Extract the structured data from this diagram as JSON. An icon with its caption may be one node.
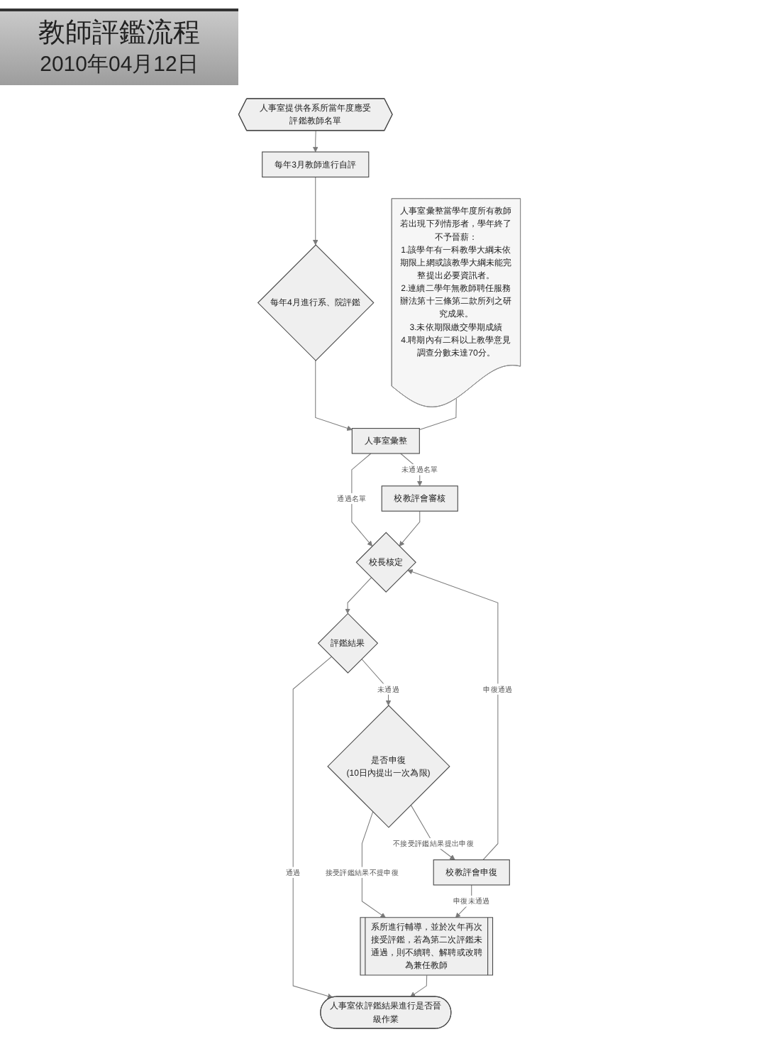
{
  "diagram": {
    "title": "教師評鑑流程",
    "nodes": [
      {
        "text": [
          "人事室提供各系所當年度應受評鑑教師名單"
        ]
      },
      {
        "text": [
          "每年3月教師進行自評"
        ]
      },
      {
        "text": [
          "每年4月進行系、院評鑑"
        ]
      },
      {
        "text": [
          "人事室彙整當學年度所有教師若出現下列情形者，學年終了不予晉薪：",
          "1.該學年有一科教學大綱未依期限上網或該教學大綱未能完整提出必要資訊者。",
          "2.連續二學年無教師聘任服務辦法第十三條第二款所列之研究成果。",
          "3.未依期限繳交學期成績",
          "4.聘期內有二科以上教學意見調查分數未達70分。"
        ]
      },
      {
        "text": [
          "人事室彙整"
        ]
      },
      {
        "text": [
          "校長核定"
        ]
      },
      {
        "text": [
          "校教評會審核"
        ]
      },
      {
        "text": [
          "校教評會申復"
        ]
      },
      {
        "text": [
          "評鑑結果"
        ]
      },
      {
        "text": [
          "是否申復",
          "(10日內提出一次為限)"
        ]
      },
      {
        "text": [
          "系所進行輔導，並於次年再次接受評鑑，若為第二次評鑑未通過，則不續聘、解聘或改聘為兼任教師"
        ]
      },
      {
        "text": [
          "人事室依評鑑結果進行是否晉級作業"
        ]
      }
    ],
    "edges": [
      {
        "from": 0,
        "to": 1,
        "arrow": "to"
      },
      {
        "from": 1,
        "to": 2,
        "arrow": "to"
      },
      {
        "from": 2,
        "to": 4,
        "arrow": "to"
      },
      {
        "from": 3,
        "to": 4,
        "arrow": "none"
      },
      {
        "from": 4,
        "to": 5,
        "arrow": "to",
        "label": "通過名單"
      },
      {
        "from": 4,
        "to": 6,
        "arrow": "to",
        "label": "未通過名單"
      },
      {
        "from": 6,
        "to": 5,
        "arrow": "to"
      },
      {
        "from": 7,
        "to": 5,
        "arrow": "to",
        "label": "申復通過"
      },
      {
        "from": 5,
        "to": 8,
        "arrow": "to"
      },
      {
        "from": 8,
        "to": 9,
        "arrow": "to",
        "label": "未通過"
      },
      {
        "from": 9,
        "to": 7,
        "arrow": "to",
        "label": "不接受評鑑結果提出申復"
      },
      {
        "from": 9,
        "to": 10,
        "arrow": "to",
        "label": "接受評鑑結果不提申復"
      },
      {
        "from": 7,
        "to": 10,
        "arrow": "to",
        "label": "申復未通過"
      },
      {
        "from": 8,
        "to": 11,
        "arrow": "to",
        "label": "通過"
      },
      {
        "from": 10,
        "to": 11,
        "arrow": "to"
      }
    ],
    "labels": [
      "2010年04月12日"
    ]
  }
}
